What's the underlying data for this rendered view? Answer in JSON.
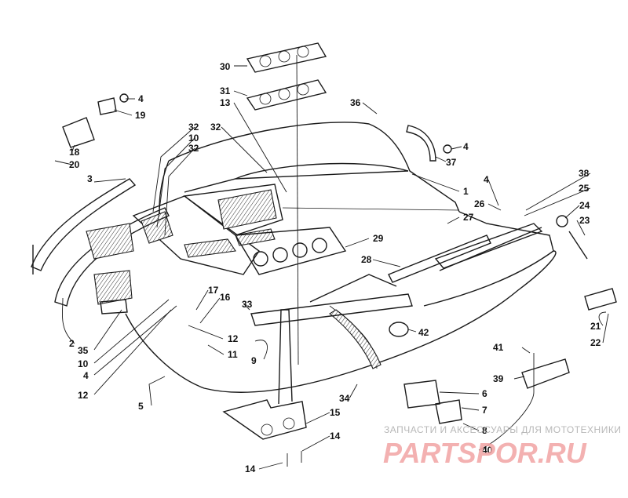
{
  "diagram": {
    "callouts": [
      {
        "id": "c30a",
        "text": "30"
      },
      {
        "id": "c31a",
        "text": "31"
      },
      {
        "id": "c13",
        "text": "13"
      },
      {
        "id": "c4a",
        "text": "4"
      },
      {
        "id": "c19",
        "text": "19"
      },
      {
        "id": "c18",
        "text": "18"
      },
      {
        "id": "c20",
        "text": "20"
      },
      {
        "id": "c3",
        "text": "3"
      },
      {
        "id": "c32a",
        "text": "32"
      },
      {
        "id": "c10a",
        "text": "10"
      },
      {
        "id": "c32b",
        "text": "32"
      },
      {
        "id": "c32c",
        "text": "32"
      },
      {
        "id": "c36",
        "text": "36"
      },
      {
        "id": "c4b",
        "text": "4"
      },
      {
        "id": "c37",
        "text": "37"
      },
      {
        "id": "c1",
        "text": "1"
      },
      {
        "id": "c38",
        "text": "38"
      },
      {
        "id": "c4c",
        "text": "4"
      },
      {
        "id": "c25",
        "text": "25"
      },
      {
        "id": "c26",
        "text": "26"
      },
      {
        "id": "c24",
        "text": "24"
      },
      {
        "id": "c27",
        "text": "27"
      },
      {
        "id": "c23",
        "text": "23"
      },
      {
        "id": "c29",
        "text": "29"
      },
      {
        "id": "c28",
        "text": "28"
      },
      {
        "id": "c17",
        "text": "17"
      },
      {
        "id": "c16",
        "text": "16"
      },
      {
        "id": "c33",
        "text": "33"
      },
      {
        "id": "c2",
        "text": "2"
      },
      {
        "id": "c35",
        "text": "35"
      },
      {
        "id": "c10b",
        "text": "10"
      },
      {
        "id": "c12a",
        "text": "12"
      },
      {
        "id": "c11",
        "text": "11"
      },
      {
        "id": "c9",
        "text": "9"
      },
      {
        "id": "c4d",
        "text": "4"
      },
      {
        "id": "c42",
        "text": "42"
      },
      {
        "id": "c21",
        "text": "21"
      },
      {
        "id": "c22",
        "text": "22"
      },
      {
        "id": "c12b",
        "text": "12"
      },
      {
        "id": "c41",
        "text": "41"
      },
      {
        "id": "c39",
        "text": "39"
      },
      {
        "id": "c6",
        "text": "6"
      },
      {
        "id": "c5",
        "text": "5"
      },
      {
        "id": "c34",
        "text": "34"
      },
      {
        "id": "c15",
        "text": "15"
      },
      {
        "id": "c7",
        "text": "7"
      },
      {
        "id": "c8",
        "text": "8"
      },
      {
        "id": "c14a",
        "text": "14"
      },
      {
        "id": "c40",
        "text": "40"
      },
      {
        "id": "c14b",
        "text": "14"
      }
    ]
  },
  "watermark": {
    "tagline": "ЗАПЧАСТИ И АКСЕССУАРЫ ДЛЯ МОТОТЕХНИКИ",
    "logo": "PARTSPOR.RU",
    "color": "#f2a4a4"
  }
}
